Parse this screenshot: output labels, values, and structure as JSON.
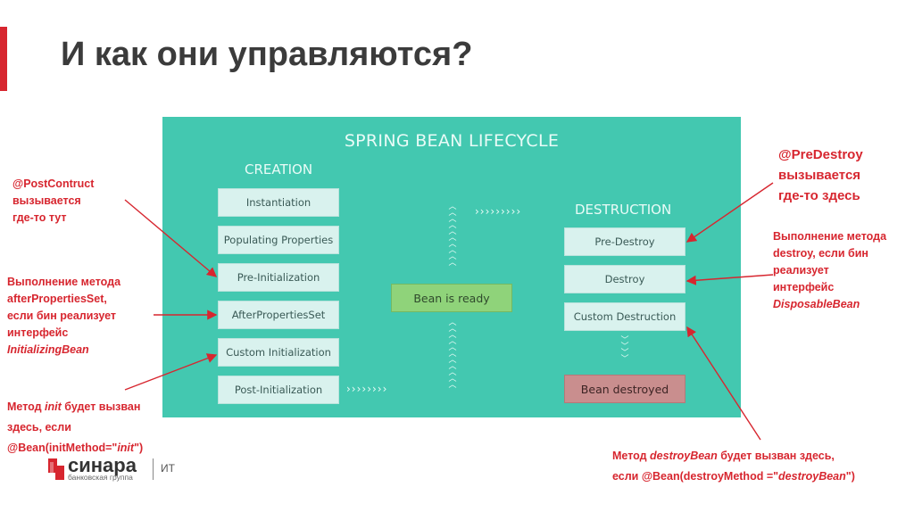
{
  "slide": {
    "title": "И как они управляются?"
  },
  "diagram": {
    "title": "SPRING BEAN LIFECYCLE",
    "creation": {
      "heading": "CREATION",
      "steps": [
        "Instantiation",
        "Populating Properties",
        "Pre-Initialization",
        "AfterPropertiesSet",
        "Custom Initialization",
        "Post-Initialization"
      ]
    },
    "ready": "Bean is ready",
    "destruction": {
      "heading": "DESTRUCTION",
      "steps": [
        "Pre-Destroy",
        "Destroy",
        "Custom Destruction"
      ],
      "final": "Bean destroyed"
    }
  },
  "notes": {
    "post_construct": {
      "line1": "@PostContruct",
      "line2": "вызывается",
      "line3": "где-то тут"
    },
    "after_props": {
      "line1": "Выполнение метода",
      "line2": "afterPropertiesSet,",
      "line3": "если бин реализует",
      "line4": "интерфейс",
      "line5": "InitializingBean"
    },
    "init_method": {
      "line1_pre": "Метод ",
      "line1_em": "init",
      "line1_post": " будет вызван",
      "line2": "здесь, если",
      "line3_pre": "@Bean(initMethod=\"",
      "line3_em": "init",
      "line3_post": "\")"
    },
    "pre_destroy": {
      "line1": "@PreDestroy",
      "line2": "вызывается",
      "line3": "где-то здесь"
    },
    "destroy": {
      "line1": "Выполнение метода",
      "line2": "destroy, если бин",
      "line3": "реализует",
      "line4": "интерфейс",
      "line5": "DisposableBean"
    },
    "destroy_method": {
      "line1_pre": "Метод ",
      "line1_em": "destroyBean",
      "line1_post": " будет вызван здесь,",
      "line2_pre": "если @Bean(destroyMethod =\"",
      "line2_em": "destroyBean",
      "line2_post": "\")"
    }
  },
  "footer": {
    "brand": "синара",
    "brand_sub": "банковская группа",
    "division": "ИТ"
  },
  "colors": {
    "accent": "#d7262f",
    "diagram_bg": "#43c8b0",
    "box_bg": "#d9f2ee",
    "ready": "#8fd37a",
    "destroyed": "#c98e8e"
  }
}
